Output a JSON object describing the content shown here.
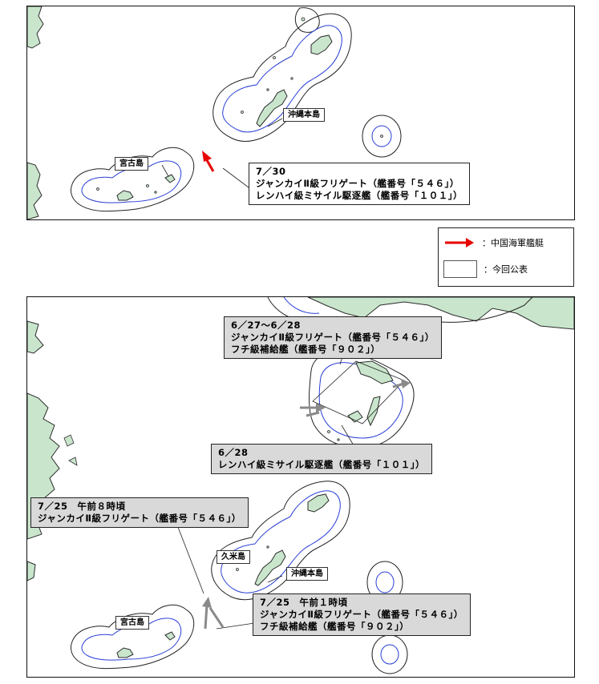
{
  "top_map": {
    "labels": {
      "okinawa": "沖縄本島",
      "miyako": "宮古島"
    },
    "event": {
      "date": "7／30",
      "line1": "ジャンカイⅡ級フリゲート（艦番号「５４６」）",
      "line2": "レンハイ級ミサイル駆逐艦（艦番号「１０１」）"
    }
  },
  "legend": {
    "arrow_label": "：中国海軍艦艇",
    "box_label": "：今回公表",
    "arrow_color": "#e60000"
  },
  "bottom_map": {
    "labels": {
      "kume": "久米島",
      "okinawa": "沖縄本島",
      "miyako": "宮古島"
    },
    "events": [
      {
        "date": "6／27～6／28",
        "line1": "ジャンカイⅡ級フリゲート（艦番号「５４６」）",
        "line2": "フチ級補給艦（艦番号「９０２」）"
      },
      {
        "date": "6／28",
        "line1": "レンハイ級ミサイル駆逐艦（艦番号「１０１」）"
      },
      {
        "date": "7／25　午前８時頃",
        "line1": "ジャンカイⅡ級フリゲート（艦番号「５４６」）"
      },
      {
        "date": "7／25　午前１時頃",
        "line1": "ジャンカイⅡ級フリゲート（艦番号「５４６」）",
        "line2": "フチ級補給艦（艦番号「９０２」）"
      }
    ]
  },
  "colors": {
    "land": "#c9e6cc",
    "land_stroke": "#2b2b2b",
    "territorial_line": "#2a3fd6",
    "contiguous_line": "#222222",
    "past_arrow": "#8a8a8a"
  }
}
